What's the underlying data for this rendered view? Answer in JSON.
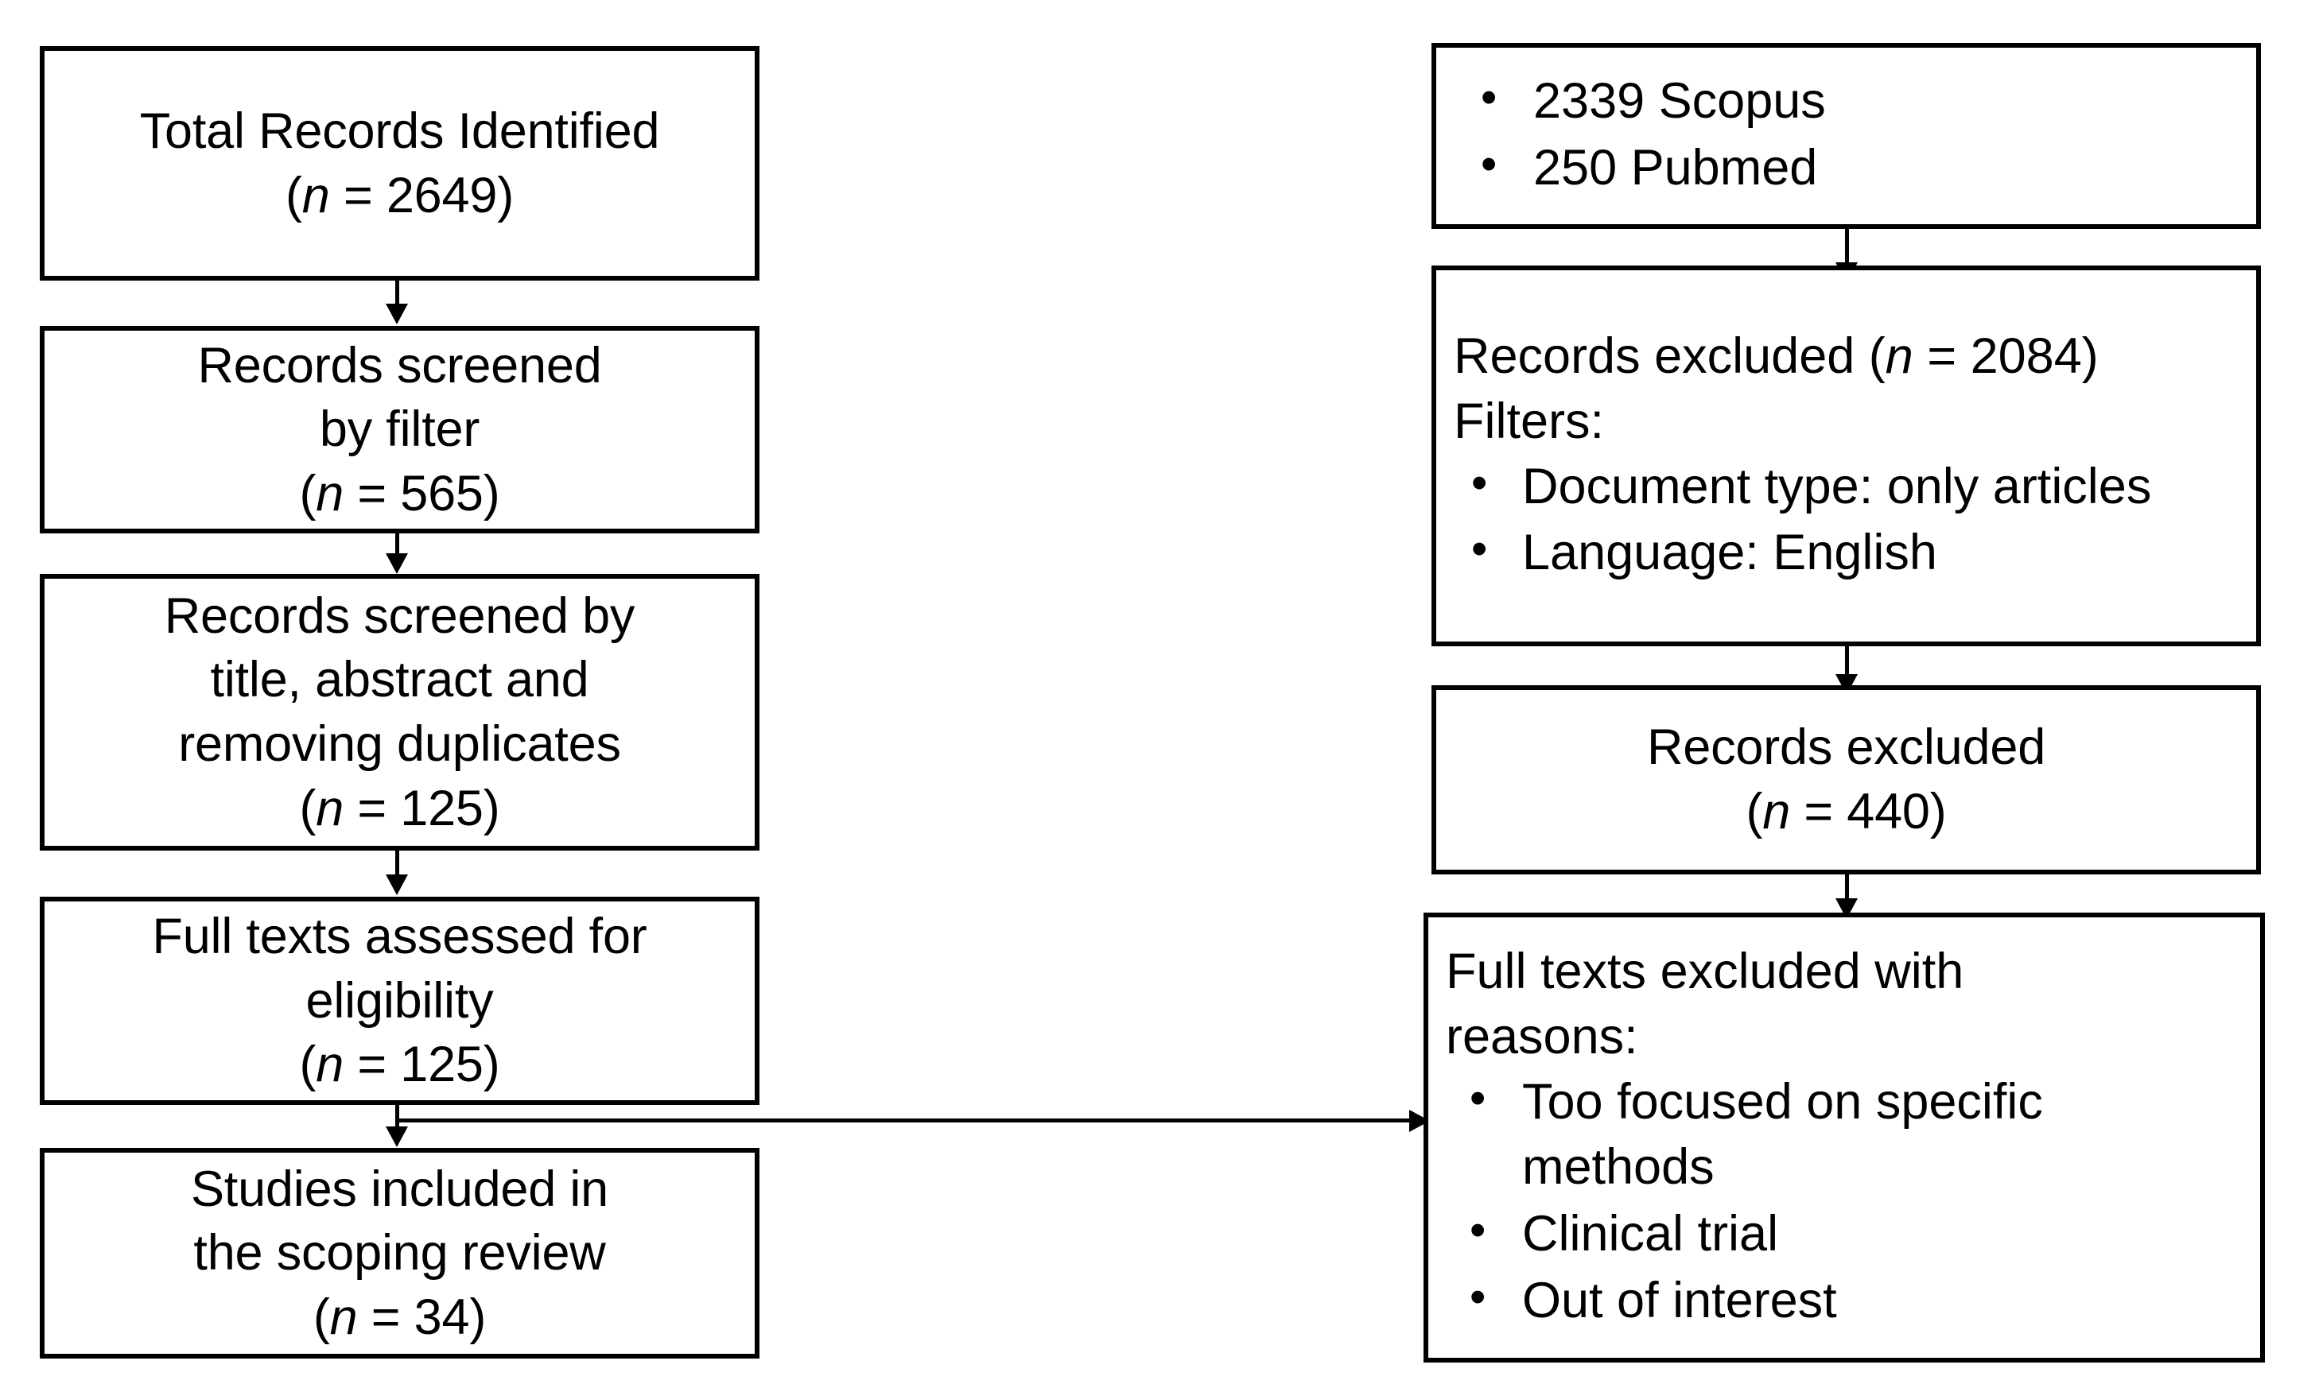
{
  "diagram": {
    "title": "PRISMA scoping review flow diagram",
    "type": "prisma-flowchart",
    "colors": {
      "stroke": "#000000",
      "background": "#ffffff",
      "text": "#000000"
    }
  },
  "left_column": {
    "box1": {
      "line1": "Total Records Identified",
      "line2_prefix": "(",
      "line2_n": "n",
      "line2_value": " = 2649)"
    },
    "box2": {
      "line1": "Records screened",
      "line2": "by filter",
      "line3_prefix": "(",
      "line3_n": "n",
      "line3_value": " = 565)"
    },
    "box3": {
      "line1": "Records screened by",
      "line2": "title, abstract and",
      "line3": "removing duplicates",
      "line4_prefix": "(",
      "line4_n": "n",
      "line4_value": " = 125)"
    },
    "box4": {
      "line1": "Full texts assessed for",
      "line2": "eligibility",
      "line3_prefix": "(",
      "line3_n": "n",
      "line3_value": " = 125)"
    },
    "box5": {
      "line1": "Studies included in",
      "line2": "the scoping review",
      "line3_prefix": "(",
      "line3_n": "n",
      "line3_value": " = 34)"
    }
  },
  "right_column": {
    "box1": {
      "bullets": [
        "2339 Scopus",
        "250 Pubmed"
      ]
    },
    "box2": {
      "heading_prefix": "Records excluded (",
      "heading_n": "n",
      "heading_suffix": " = 2084)",
      "subheading": "Filters:",
      "bullets": [
        "Document type: only articles",
        "Language: English"
      ]
    },
    "box3": {
      "line1": "Records excluded",
      "line2_prefix": "(",
      "line2_n": "n",
      "line2_value": " = 440)"
    },
    "box4": {
      "heading_line1": "Full texts excluded with",
      "heading_line2": "reasons:",
      "bullets": [
        "Too focused on specific methods",
        "Clinical trial",
        "Out of interest"
      ]
    }
  },
  "connectors": {
    "left_1_to_2": "arrow-down",
    "left_2_to_3": "arrow-down",
    "left_3_to_4": "arrow-down",
    "left_4_to_5": "arrow-down",
    "right_1_to_2": "arrow-down",
    "right_2_to_3": "arrow-down",
    "right_3_to_4": "arrow-down",
    "left4_to_right4": "arrow-right"
  }
}
